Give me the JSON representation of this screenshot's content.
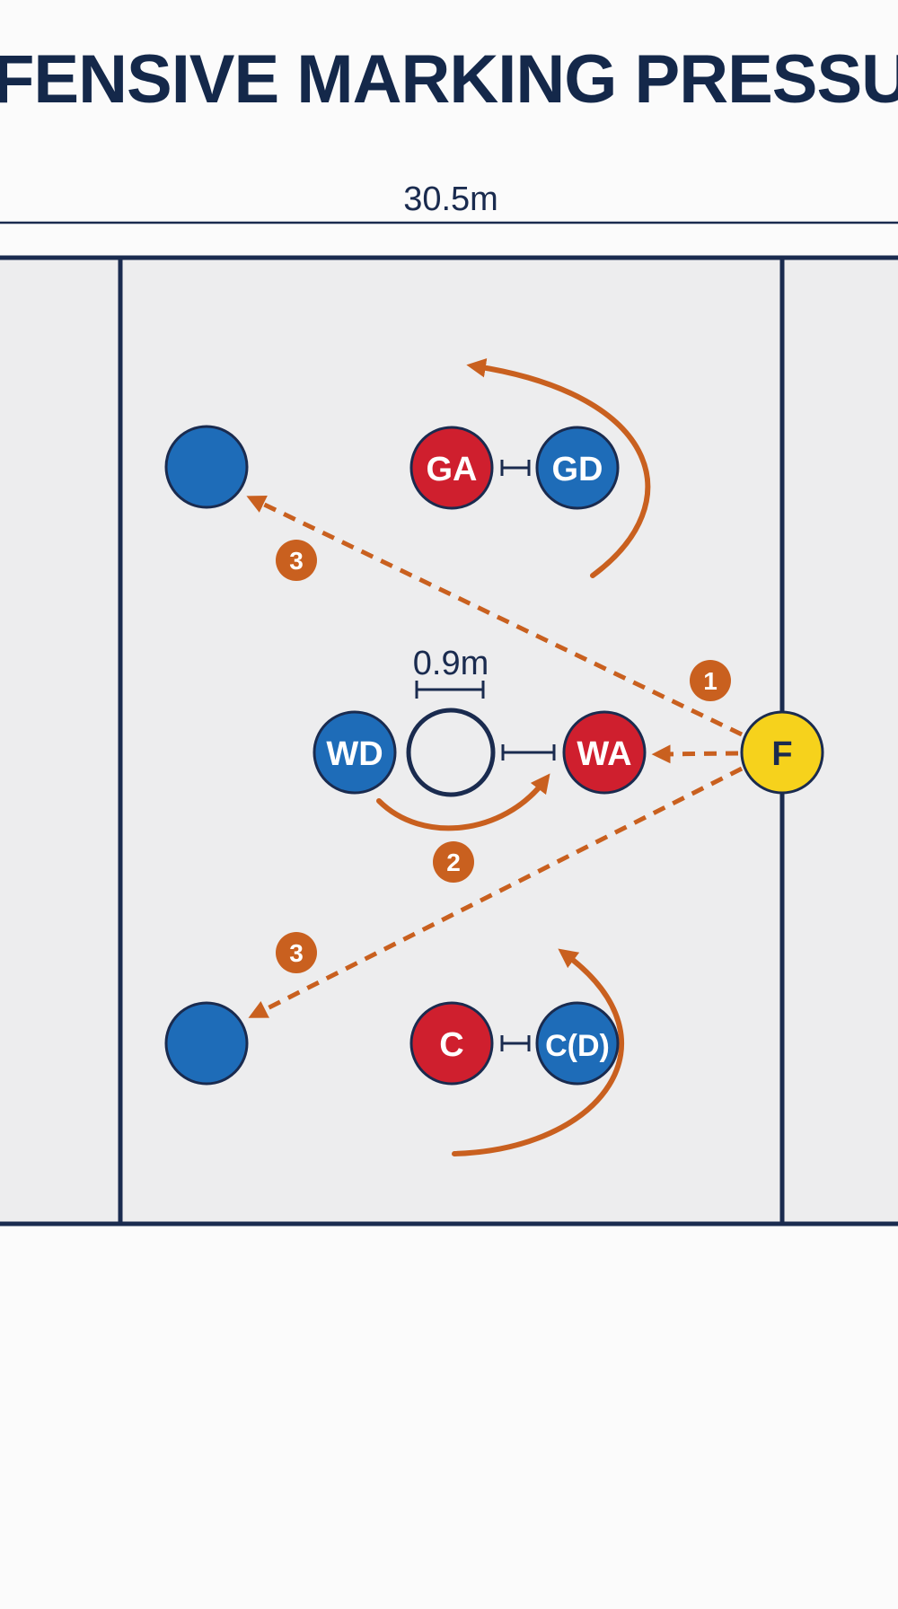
{
  "title": "FENSIVE MARKING PRESSURE",
  "court": {
    "width_label": "30.5m"
  },
  "spacing": {
    "label": "0.9m"
  },
  "colors": {
    "title": "#14284a",
    "line": "#1a2b4f",
    "court_bg": "#ededee",
    "page_bg": "#fbfbfb",
    "attacker": "#cf1f2e",
    "defender": "#1e6cb8",
    "feeder": "#f6d21c",
    "arrow": "#c9601f",
    "player_text": "#ffffff",
    "feeder_text": "#1a2b4f"
  },
  "players": [
    {
      "id": "ga",
      "label": "GA",
      "team": "attack"
    },
    {
      "id": "gd",
      "label": "GD",
      "team": "defence"
    },
    {
      "id": "wd",
      "label": "WD",
      "team": "defence"
    },
    {
      "id": "marker",
      "label": "",
      "team": "empty"
    },
    {
      "id": "wa",
      "label": "WA",
      "team": "attack"
    },
    {
      "id": "feeder",
      "label": "F",
      "team": "feeder"
    },
    {
      "id": "c",
      "label": "C",
      "team": "attack"
    },
    {
      "id": "cd",
      "label": "C(D)",
      "team": "defence"
    },
    {
      "id": "receiver-top",
      "label": "",
      "team": "defence"
    },
    {
      "id": "receiver-bottom",
      "label": "",
      "team": "defence"
    }
  ],
  "steps": [
    {
      "id": "step-1",
      "label": "1"
    },
    {
      "id": "step-2",
      "label": "2"
    },
    {
      "id": "step-3a",
      "label": "3"
    },
    {
      "id": "step-3b",
      "label": "3"
    }
  ]
}
